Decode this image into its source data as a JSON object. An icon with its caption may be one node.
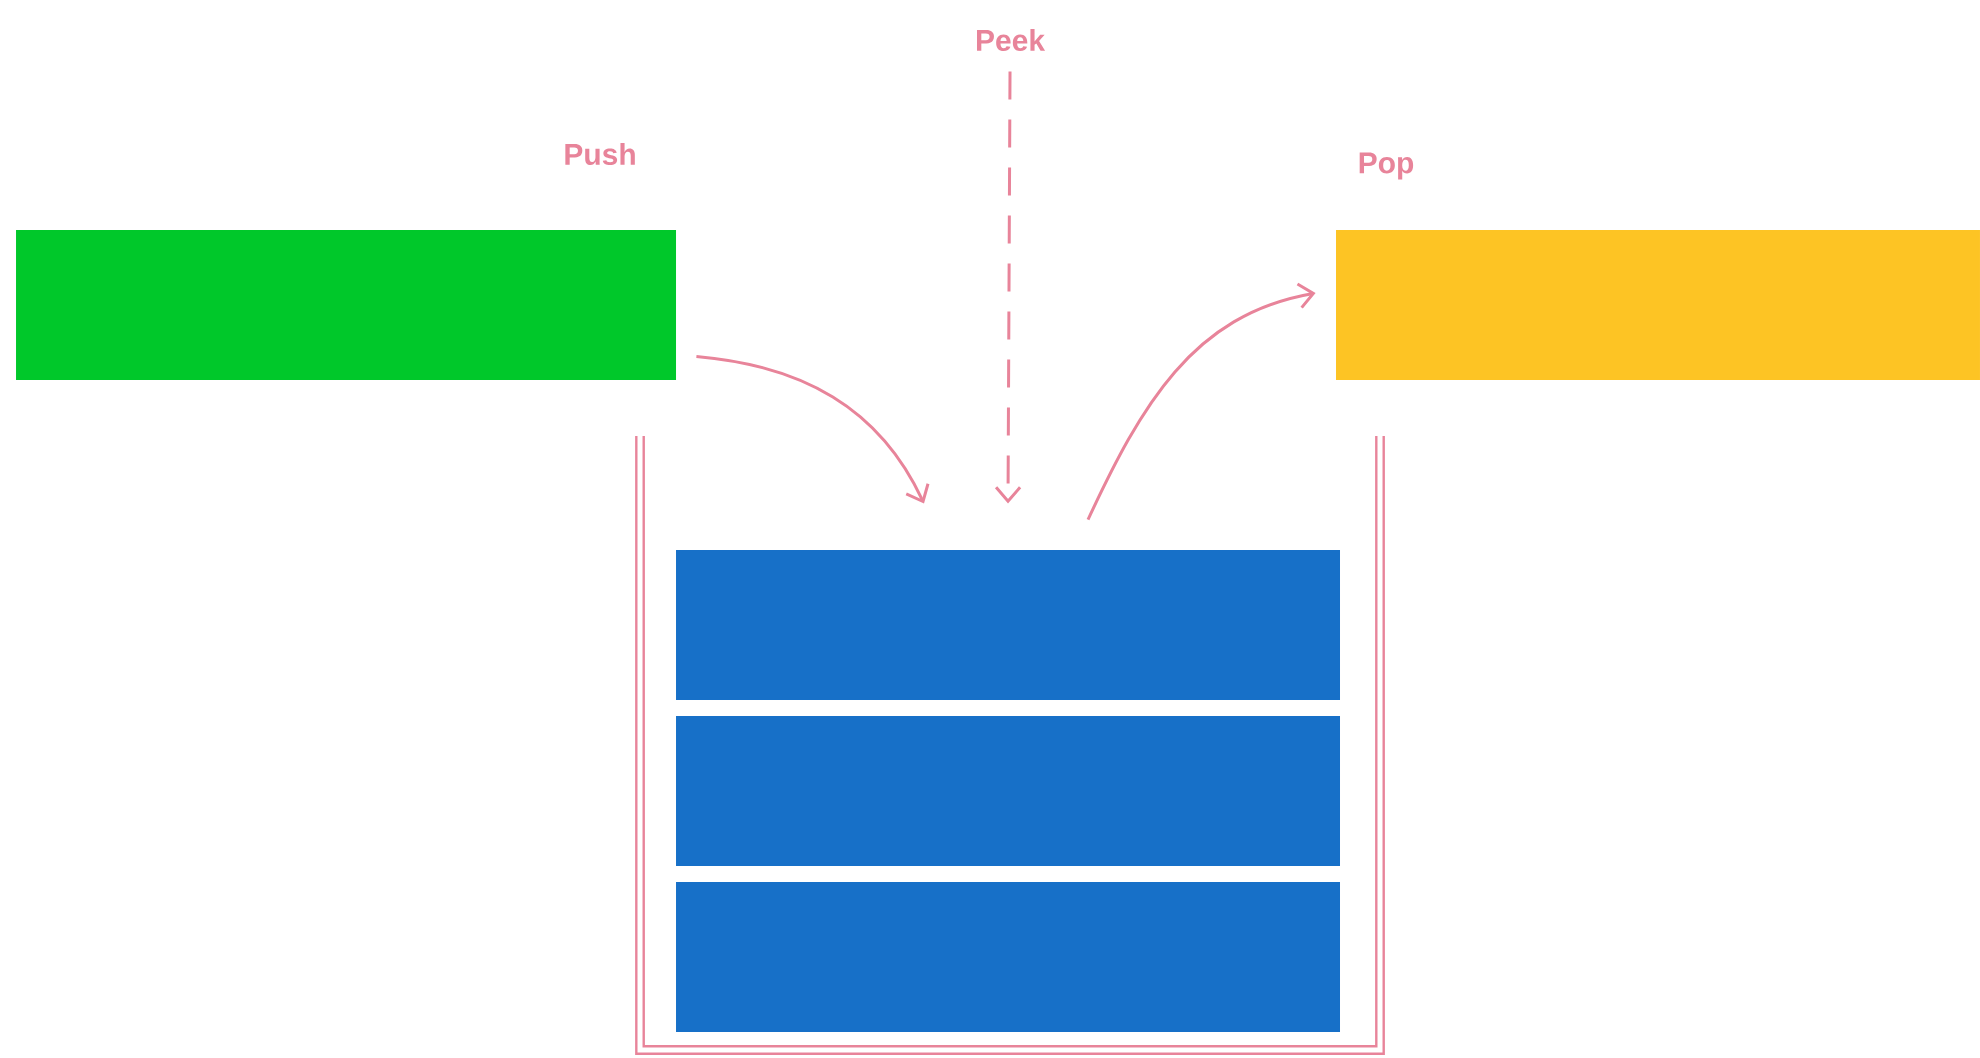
{
  "diagram": {
    "nodes": [
      {
        "text": [],
        "shape": "bar"
      },
      {
        "text": [],
        "shape": "bar"
      },
      {
        "text": [
          "Peek"
        ]
      },
      {
        "text": [],
        "shape": "box"
      },
      {
        "text": [],
        "shape": "bar",
        "in": 3
      },
      {
        "text": [],
        "shape": "bar",
        "in": 3
      },
      {
        "text": [],
        "shape": "bar",
        "in": 3
      }
    ],
    "edges": [
      {
        "from": 0,
        "to": 4,
        "arrow": "to"
      },
      {
        "from": 2,
        "to": 4,
        "arrow": "to",
        "style": "dashed"
      },
      {
        "from": 4,
        "to": 1,
        "arrow": "to"
      }
    ],
    "labels": [
      "Push",
      "Pop"
    ]
  }
}
